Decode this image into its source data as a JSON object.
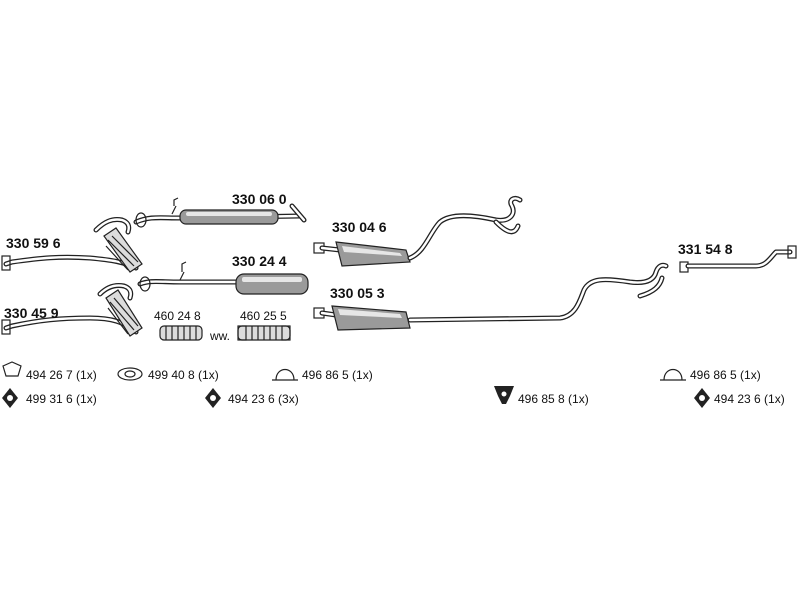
{
  "parts": {
    "p330_59_6": "330 59 6",
    "p330_45_9": "330 45 9",
    "p330_06_0": "330 06 0",
    "p330_24_4": "330 24 4",
    "p330_04_6": "330 04 6",
    "p330_05_3": "330 05 3",
    "p331_54_8": "331 54 8",
    "p460_24_8": "460 24 8",
    "p460_25_5": "460 25 5",
    "ww": "ww."
  },
  "accessories": {
    "a494_26_7": "494 26 7  (1x)",
    "a499_40_8": "499 40 8 (1x)",
    "a496_86_5_a": "496 86 5  (1x)",
    "a496_86_5_b": "496 86 5  (1x)",
    "a499_31_6": "499 31 6  (1x)",
    "a494_23_6_a": "494 23 6 (3x)",
    "a496_85_8": "496 85 8  (1x)",
    "a494_23_6_b": "494 23 6  (1x)"
  }
}
